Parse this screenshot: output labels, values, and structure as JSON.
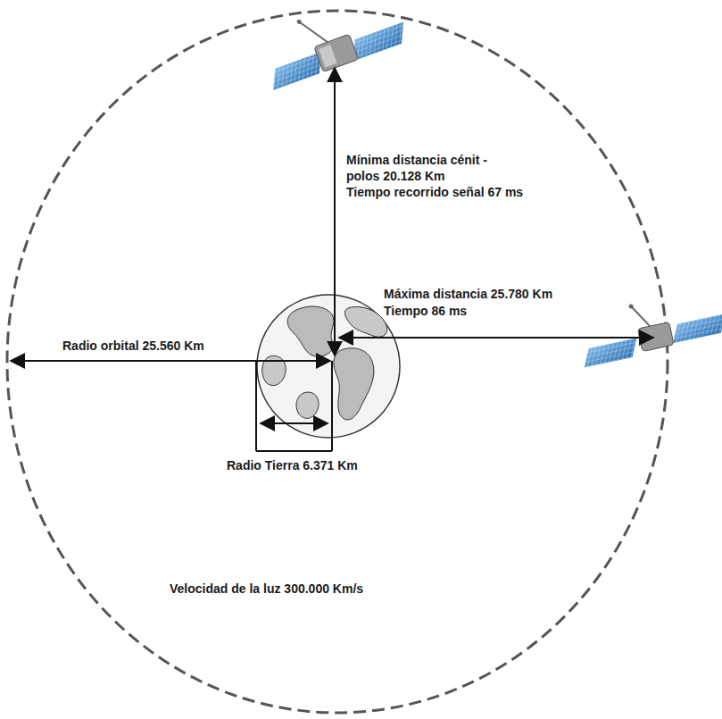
{
  "diagram": {
    "labels": [
      "Mínima distancia cénit - polos 20.128 Km",
      "Tiempo recorrido señal 67 ms",
      "Máxima distancia 25.780 Km",
      "Tiempo 86 ms",
      "Radio orbital 25.560 Km",
      "Radio Tierra 6.371 Km",
      "Velocidad de la luz 300.000 Km/s"
    ]
  }
}
